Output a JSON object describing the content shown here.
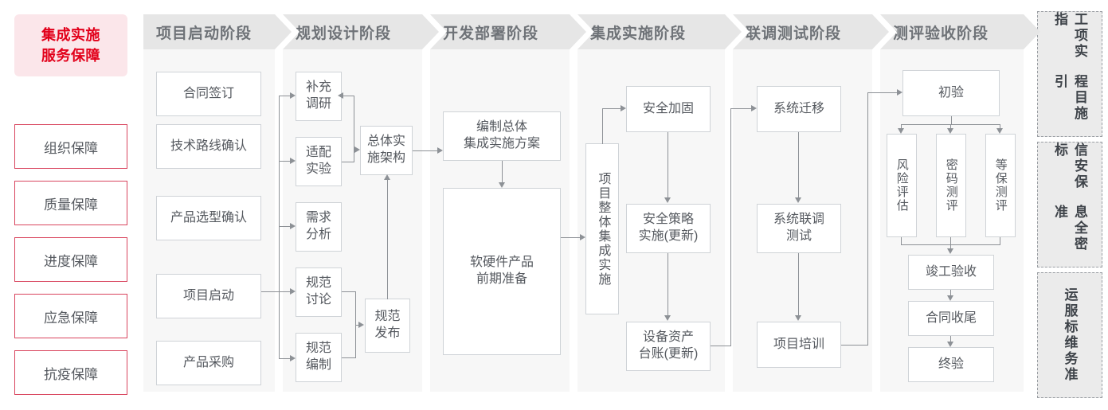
{
  "left_rail": {
    "title": "集成实施\n服务保障",
    "title_line1": "集成实施",
    "title_line2": "服务保障",
    "accent_color": "#e2001a",
    "accent_bg": "#fbe6ea",
    "border_color": "#d9455e",
    "items": [
      {
        "label": "组织保障"
      },
      {
        "label": "质量保障"
      },
      {
        "label": "进度保障"
      },
      {
        "label": "应急保障"
      },
      {
        "label": "抗疫保障"
      }
    ]
  },
  "phases": [
    {
      "id": "startup",
      "title": "项目启动阶段",
      "nodes": [
        {
          "label": "合同签订"
        },
        {
          "label": "技术路线确认"
        },
        {
          "label": "产品选型确认"
        },
        {
          "label": "项目启动"
        },
        {
          "label": "产品采购"
        }
      ]
    },
    {
      "id": "planning",
      "title": "规划设计阶段",
      "nodes": [
        {
          "label": "补充\n调研",
          "l1": "补充",
          "l2": "调研"
        },
        {
          "label": "适配\n实验",
          "l1": "适配",
          "l2": "实验"
        },
        {
          "label": "需求\n分析",
          "l1": "需求",
          "l2": "分析"
        },
        {
          "label": "规范\n讨论",
          "l1": "规范",
          "l2": "讨论"
        },
        {
          "label": "规范\n编制",
          "l1": "规范",
          "l2": "编制"
        },
        {
          "label": "总体实\n施架构",
          "l1": "总体实",
          "l2": "施架构"
        },
        {
          "label": "规范\n发布",
          "l1": "规范",
          "l2": "发布"
        }
      ]
    },
    {
      "id": "develop",
      "title": "开发部署阶段",
      "nodes": [
        {
          "label": "编制总体\n集成实施方案",
          "l1": "编制总体",
          "l2": "集成实施方案"
        },
        {
          "label": "软硬件产品\n前期准备",
          "l1": "软硬件产品",
          "l2": "前期准备"
        }
      ]
    },
    {
      "id": "integration",
      "title": "集成实施阶段",
      "nodes": [
        {
          "label": "项目整体集成实施"
        },
        {
          "label": "安全加固"
        },
        {
          "label": "安全策略\n实施(更新)",
          "l1": "安全策略",
          "l2": "实施(更新)"
        },
        {
          "label": "设备资产\n台账(更新)",
          "l1": "设备资产",
          "l2": "台账(更新)"
        }
      ]
    },
    {
      "id": "testing",
      "title": "联调测试阶段",
      "nodes": [
        {
          "label": "系统迁移"
        },
        {
          "label": "系统联调\n测试",
          "l1": "系统联调",
          "l2": "测试"
        },
        {
          "label": "项目培训"
        }
      ]
    },
    {
      "id": "acceptance",
      "title": "测评验收阶段",
      "nodes": [
        {
          "label": "初验"
        },
        {
          "label": "风险评估"
        },
        {
          "label": "密码测评"
        },
        {
          "label": "等保测评"
        },
        {
          "label": "竣工验收"
        },
        {
          "label": "合同收尾"
        },
        {
          "label": "终验"
        }
      ]
    }
  ],
  "standards_rail": [
    {
      "col_right": "程目施引",
      "col_left": "工项实指",
      "full": "工程项目实施指引"
    },
    {
      "col_right": "息全密准",
      "col_left": "信安保标",
      "full": "信息安全保密标准"
    },
    {
      "col_right": "维务准",
      "col_left": "运服标",
      "full": "运维服务标准"
    }
  ]
}
